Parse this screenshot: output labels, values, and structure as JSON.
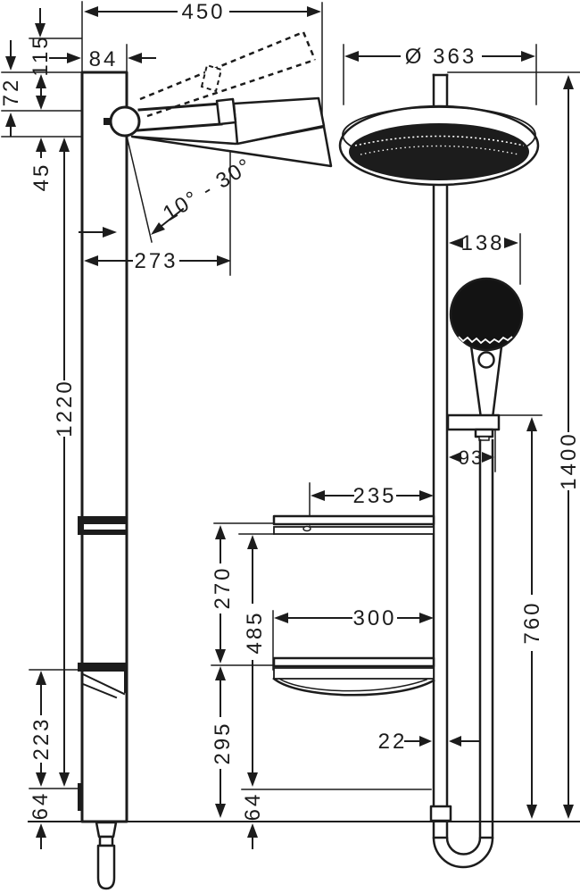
{
  "drawing": {
    "paper_color": "#ffffff",
    "ink_color": "#1c1c1c",
    "side_view": {
      "overall_depth": "450",
      "wall_to_arm": "115",
      "bar_depth": "84",
      "arm_pivot_drop": "72",
      "arm_drop": "45",
      "tilt_range": "10° - 30°",
      "arm_reach": "273",
      "bar_length": "1220",
      "lower_bracket": "223",
      "base_offset": "64"
    },
    "front_view": {
      "head_diameter": "Ø 363",
      "handshower_offset": "138",
      "holder_offset": "93",
      "total_height": "1400",
      "holder_height": "760",
      "upper_shelf_width": "235",
      "shelf_gap": "270",
      "lower_shelf_width": "300",
      "shelf_to_base": "485",
      "tray_to_base": "295",
      "pipe_width": "22",
      "base_offset": "64"
    }
  }
}
